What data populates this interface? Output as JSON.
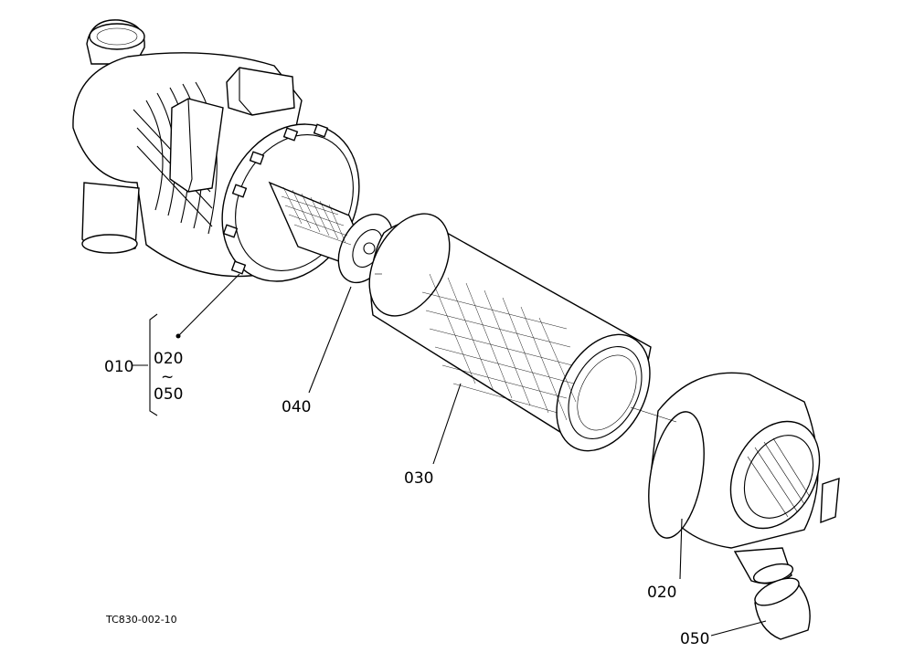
{
  "diagram": {
    "code": "TC830-002-10",
    "callouts": {
      "assembly": "010",
      "range_start": "020",
      "range_sep": "~",
      "range_end": "050",
      "inner_element": "040",
      "outer_element": "030",
      "cover": "020",
      "valve": "050"
    }
  }
}
